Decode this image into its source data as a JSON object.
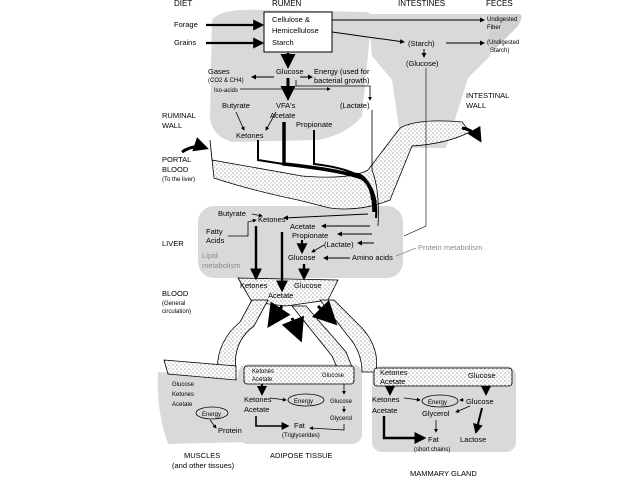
{
  "headers": {
    "diet": "DIET",
    "rumen": "RUMEN",
    "intestines": "INTESTINES",
    "feces": "FECES"
  },
  "diet": {
    "forage": "Forage",
    "grains": "Grains"
  },
  "rumen": {
    "box_line1": "Cellulose &",
    "box_line2": "Hemicellulose",
    "box_line3": "Starch",
    "glucose": "Glucose",
    "gases": "Gases",
    "gases_detail": "(CO2 & CH4)",
    "iso_acids": "Iso-acids",
    "energy_line1": "Energy (used for",
    "energy_line2": "bacterial growth)",
    "lactate": "(Lactate)",
    "butyrate": "Butyrate",
    "vfas": "VFA's",
    "acetate": "Acetate",
    "propionate": "Propionate",
    "ketones": "Ketones"
  },
  "intestines": {
    "starch": "(Starch)",
    "glucose": "(Glucose)"
  },
  "feces": {
    "undigested_fiber_1": "Undigested",
    "undigested_fiber_2": "Fiber",
    "undigested_starch_1": "(Undigested",
    "undigested_starch_2": "Starch)"
  },
  "side_labels": {
    "ruminal_wall_1": "RUMINAL",
    "ruminal_wall_2": "WALL",
    "intestinal_wall_1": "INTESTINAL",
    "intestinal_wall_2": "WALL",
    "portal_blood_1": "PORTAL",
    "portal_blood_2": "BLOOD",
    "portal_blood_3": "(To the liver)",
    "liver": "LIVER",
    "blood_1": "BLOOD",
    "blood_2": "(General",
    "blood_3": "circulation)"
  },
  "liver": {
    "butyrate": "Butyrate",
    "ketones": "Ketones",
    "fatty_acids_1": "Fatty",
    "fatty_acids_2": "Acids",
    "acetate": "Acetate",
    "propionate": "Propionate",
    "lactate": "(Lactate)",
    "glucose": "Glucose",
    "amino_acids": "Amino acids",
    "lipid_metabolism_1": "Lipid",
    "lipid_metabolism_2": "metabolism",
    "protein_metabolism": "Protein metabolism"
  },
  "blood": {
    "ketones": "Ketones",
    "glucose": "Glucose",
    "acetate": "Acetate"
  },
  "muscles": {
    "glucose": "Glucose",
    "ketones": "Ketones",
    "acetate": "Acetate",
    "energy": "Energy",
    "protein": "Protein",
    "label_1": "MUSCLES",
    "label_2": "(and other tissues)"
  },
  "adipose": {
    "vessel_ketones": "Ketones",
    "vessel_acetate": "Acetate",
    "vessel_glucose": "Glucose",
    "ketones": "Ketones",
    "acetate": "Acetate",
    "energy": "Energy",
    "glucose": "Glucose",
    "glycerol": "Glycerol",
    "fat": "Fat",
    "triglycerides": "(Triglycerides)",
    "label": "ADIPOSE TISSUE"
  },
  "mammary": {
    "vessel_ketones": "Ketones",
    "vessel_acetate": "Acetate",
    "vessel_glucose": "Glucose",
    "ketones": "Ketones",
    "acetate": "Acetate",
    "energy": "Energy",
    "glucose": "Glucose",
    "glycerol": "Glycerol",
    "fat": "Fat",
    "short_chains": "(short chains)",
    "lactose": "Lactose",
    "label": "MAMMARY GLAND"
  }
}
